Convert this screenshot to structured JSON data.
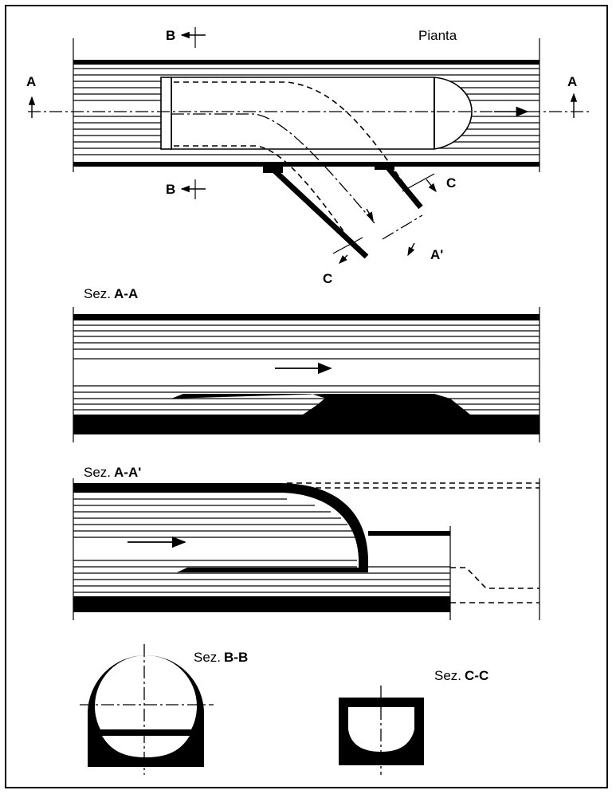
{
  "plan": {
    "title": "Pianta",
    "marker_a_left": "A",
    "marker_a_right": "A",
    "marker_b_top": "B",
    "marker_b_bottom": "B",
    "marker_c_right": "C",
    "marker_c_left": "C",
    "marker_a_prime": "A'"
  },
  "section_aa": {
    "prefix": "Sez.",
    "id": "A-A"
  },
  "section_aa_prime": {
    "prefix": "Sez.",
    "id": "A-A'"
  },
  "section_bb": {
    "prefix": "Sez.",
    "id": "B-B"
  },
  "section_cc": {
    "prefix": "Sez.",
    "id": "C-C"
  }
}
